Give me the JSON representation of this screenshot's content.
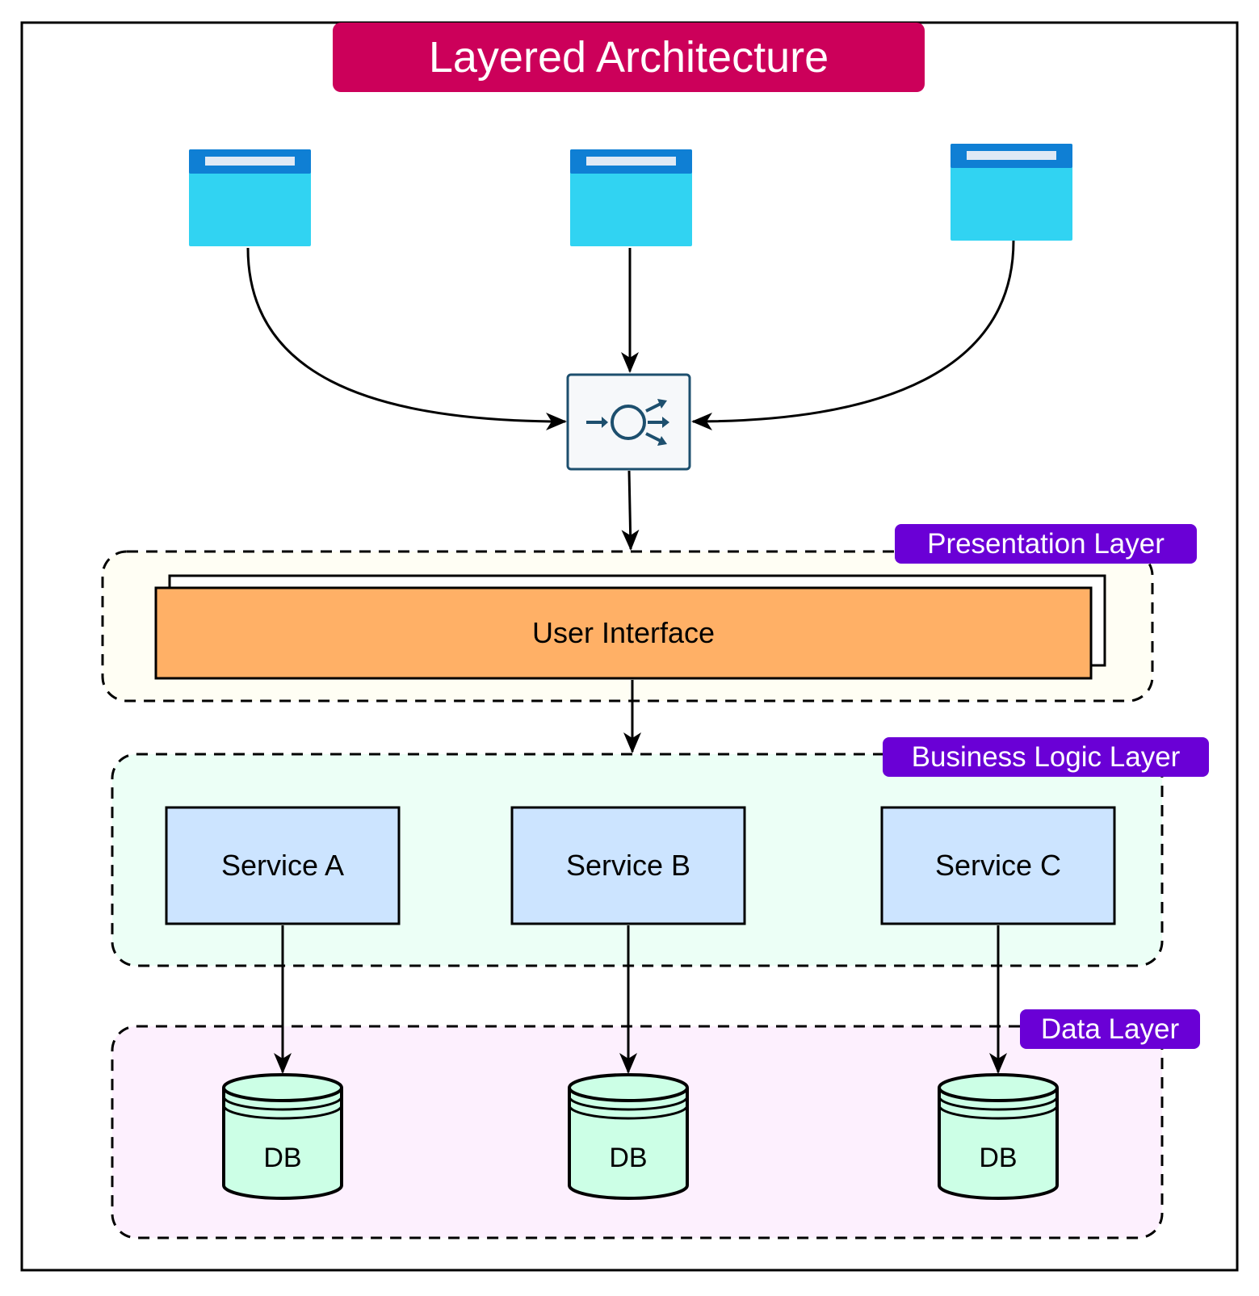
{
  "title": "Layered Architecture",
  "colors": {
    "title_bg": "#cc005a",
    "tag_bg": "#6a00d6",
    "client_header": "#0f7fd4",
    "client_body": "#31d3f2",
    "ui_fill": "#ffb066",
    "service_fill": "#cce4ff",
    "db_fill": "#ccffe6",
    "presentation_bg": "#fffef4",
    "business_bg": "#ecfff6",
    "data_bg": "#fdf0fe"
  },
  "clients": [
    {
      "icon": "browser-window-icon"
    },
    {
      "icon": "browser-window-icon"
    },
    {
      "icon": "browser-window-icon"
    }
  ],
  "load_balancer": {
    "icon": "load-balancer-icon"
  },
  "layers": {
    "presentation": {
      "tag": "Presentation Layer",
      "ui_label": "User Interface"
    },
    "business": {
      "tag": "Business Logic Layer",
      "services": [
        "Service A",
        "Service B",
        "Service C"
      ]
    },
    "data": {
      "tag": "Data Layer",
      "databases": [
        "DB",
        "DB",
        "DB"
      ]
    }
  }
}
